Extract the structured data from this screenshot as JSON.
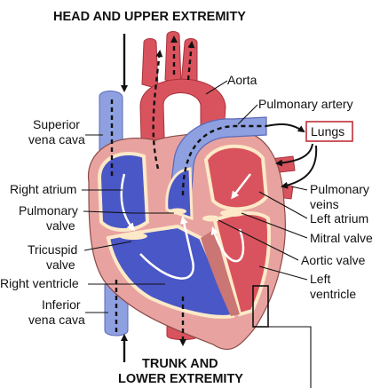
{
  "headers": {
    "top": "HEAD AND UPPER EXTREMITY",
    "bottom_line1": "TRUNK AND",
    "bottom_line2": "LOWER EXTREMITY"
  },
  "labels": {
    "aorta": "Aorta",
    "pulmonary_artery": "Pulmonary artery",
    "lungs": "Lungs",
    "superior_vena_cava_1": "Superior",
    "superior_vena_cava_2": "vena cava",
    "right_atrium": "Right atrium",
    "pulmonary_valve_1": "Pulmonary",
    "pulmonary_valve_2": "valve",
    "pulmonary_veins_1": "Pulmonary",
    "pulmonary_veins_2": "veins",
    "left_atrium": "Left atrium",
    "mitral_valve": "Mitral valve",
    "tricuspid_valve_1": "Tricuspid",
    "tricuspid_valve_2": "valve",
    "aortic_valve": "Aortic valve",
    "right_ventricle": "Right ventricle",
    "left_ventricle_1": "Left",
    "left_ventricle_2": "ventricle",
    "inferior_vena_cava_1": "Inferior",
    "inferior_vena_cava_2": "vena cava"
  },
  "colors": {
    "oxygenated": "#d9535e",
    "deoxygenated": "#4a57c6",
    "vena_cava": "#8fa0e0",
    "myocardium": "#e8a3a0",
    "lung_box": "#c0303a",
    "outline": "#111111"
  }
}
